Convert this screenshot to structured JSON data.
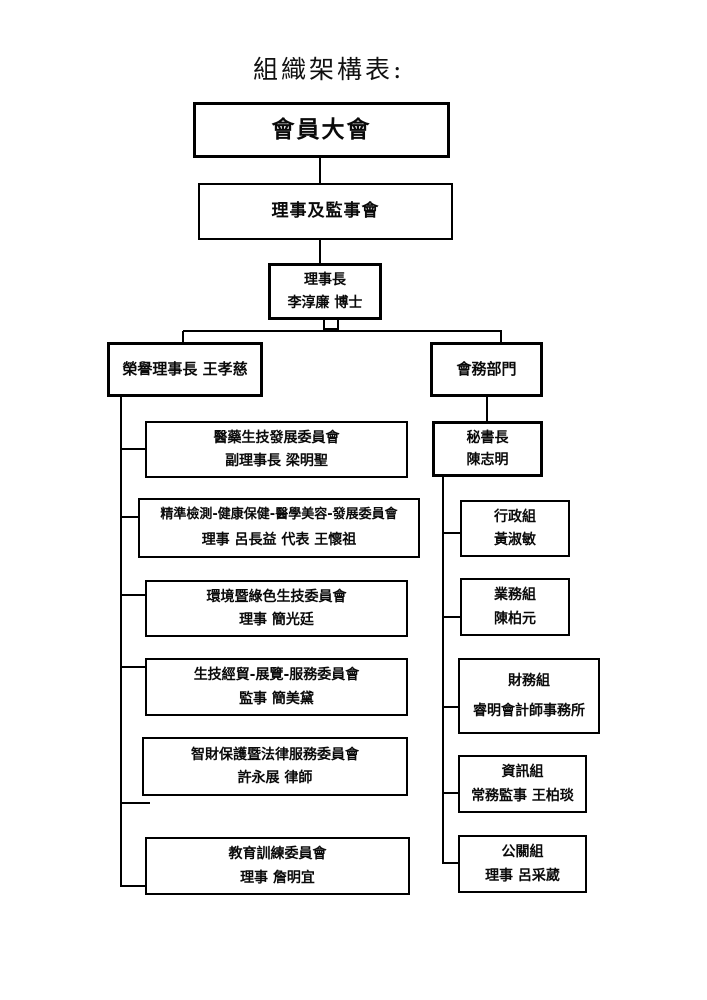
{
  "page": {
    "title": "組織架構表:"
  },
  "colors": {
    "line": "#000000",
    "background": "#ffffff",
    "text": "#000000"
  },
  "nodes": {
    "assembly": {
      "label": "會員大會"
    },
    "board": {
      "label": "理事及監事會"
    },
    "chairman": {
      "title": "理事長",
      "name": "李淳廉 博士"
    },
    "honorary": {
      "label": "榮譽理事長 王孝慈"
    },
    "affairs": {
      "label": "會務部門"
    },
    "committees": [
      {
        "title": "醫藥生技發展委員會",
        "person": "副理事長 梁明聖"
      },
      {
        "title": "精準檢測-健康保健-醫學美容-發展委員會",
        "person": "理事 呂長益 代表 王懷祖"
      },
      {
        "title": "環境暨綠色生技委員會",
        "person": "理事 簡光廷"
      },
      {
        "title": "生技經貿-展覽-服務委員會",
        "person": "監事 簡美黛"
      },
      {
        "title": "智財保護暨法律服務委員會",
        "person": "許永展 律師"
      },
      {
        "title": "教育訓練委員會",
        "person": "理事 詹明宜"
      }
    ],
    "secretary": {
      "title": "秘書長",
      "person": "陳志明"
    },
    "departments": [
      {
        "title": "行政組",
        "person": "黃淑敏"
      },
      {
        "title": "業務組",
        "person": "陳柏元"
      },
      {
        "title": "財務組",
        "person": "睿明會計師事務所"
      },
      {
        "title": "資訊組",
        "person": "常務監事 王柏琰"
      },
      {
        "title": "公關組",
        "person": "理事 呂采葳"
      }
    ]
  }
}
